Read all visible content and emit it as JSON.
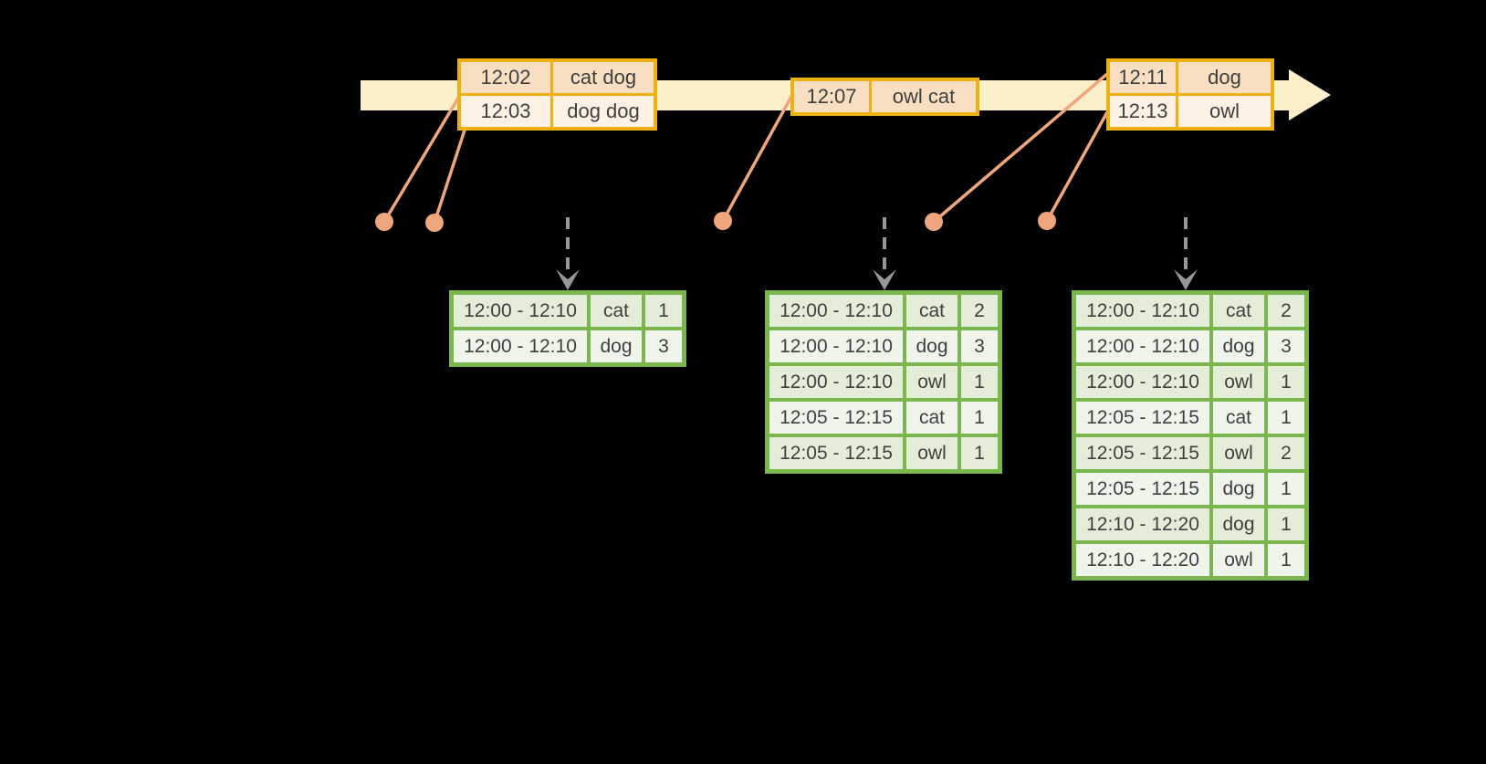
{
  "colors": {
    "background": "#000000",
    "timeline_band": "#FBF0CA",
    "event_table_border": "#F1B012",
    "event_row_odd": "#F8DFC1",
    "event_row_even": "#FDF2E3",
    "connector_and_dots": "#F0A67C",
    "dashed_arrow": "#979797",
    "result_table_border": "#7AB54D",
    "result_row_odd": "#E3EDD7",
    "result_row_even": "#F0F5EB",
    "text": "#3F3F3F"
  },
  "icons": {
    "timeline_arrowhead": "right-arrow-triangle",
    "dashed_arrowhead": "down-chevron",
    "event_dot": "filled-circle"
  },
  "event_tables": [
    {
      "rows": [
        {
          "time": "12:02",
          "words": "cat dog"
        },
        {
          "time": "12:03",
          "words": "dog dog"
        }
      ]
    },
    {
      "rows": [
        {
          "time": "12:07",
          "words": "owl cat"
        }
      ]
    },
    {
      "rows": [
        {
          "time": "12:11",
          "words": "dog"
        },
        {
          "time": "12:13",
          "words": "owl"
        }
      ]
    }
  ],
  "result_tables": [
    {
      "rows": [
        {
          "window": "12:00 - 12:10",
          "word": "cat",
          "count": "1"
        },
        {
          "window": "12:00 - 12:10",
          "word": "dog",
          "count": "3"
        }
      ]
    },
    {
      "rows": [
        {
          "window": "12:00 - 12:10",
          "word": "cat",
          "count": "2"
        },
        {
          "window": "12:00 - 12:10",
          "word": "dog",
          "count": "3"
        },
        {
          "window": "12:00 - 12:10",
          "word": "owl",
          "count": "1"
        },
        {
          "window": "12:05 - 12:15",
          "word": "cat",
          "count": "1"
        },
        {
          "window": "12:05 - 12:15",
          "word": "owl",
          "count": "1"
        }
      ]
    },
    {
      "rows": [
        {
          "window": "12:00 - 12:10",
          "word": "cat",
          "count": "2"
        },
        {
          "window": "12:00 - 12:10",
          "word": "dog",
          "count": "3"
        },
        {
          "window": "12:00 - 12:10",
          "word": "owl",
          "count": "1"
        },
        {
          "window": "12:05 - 12:15",
          "word": "cat",
          "count": "1"
        },
        {
          "window": "12:05 - 12:15",
          "word": "owl",
          "count": "2"
        },
        {
          "window": "12:05 - 12:15",
          "word": "dog",
          "count": "1"
        },
        {
          "window": "12:10 - 12:20",
          "word": "dog",
          "count": "1"
        },
        {
          "window": "12:10 - 12:20",
          "word": "owl",
          "count": "1"
        }
      ]
    }
  ]
}
